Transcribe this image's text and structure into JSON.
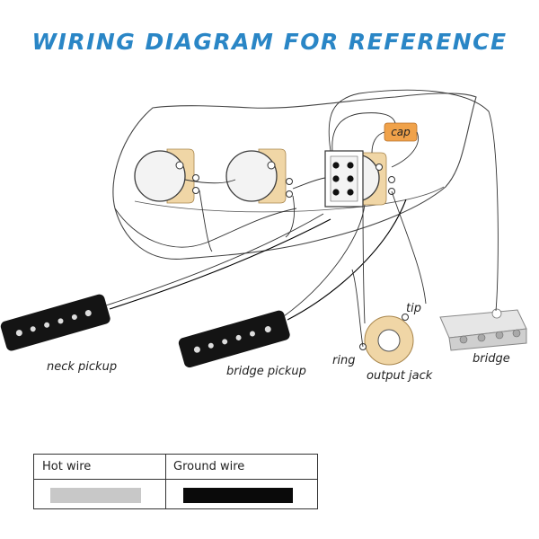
{
  "title": "WIRING DIAGRAM FOR REFERENCE",
  "labels": {
    "cap": "cap",
    "neck_pickup": "neck pickup",
    "bridge_pickup": "bridge pickup",
    "tip": "tip",
    "ring": "ring",
    "output_jack": "output jack",
    "bridge": "bridge"
  },
  "legend": {
    "hot_wire": "Hot wire",
    "ground_wire": "Ground wire",
    "hot_color": "#c8c8c8",
    "ground_color": "#0a0a0a"
  },
  "colors": {
    "title": "#2a86c6",
    "pot_body": "#f0d6a6",
    "cap": "#f0a24a",
    "pickup": "#141414"
  }
}
